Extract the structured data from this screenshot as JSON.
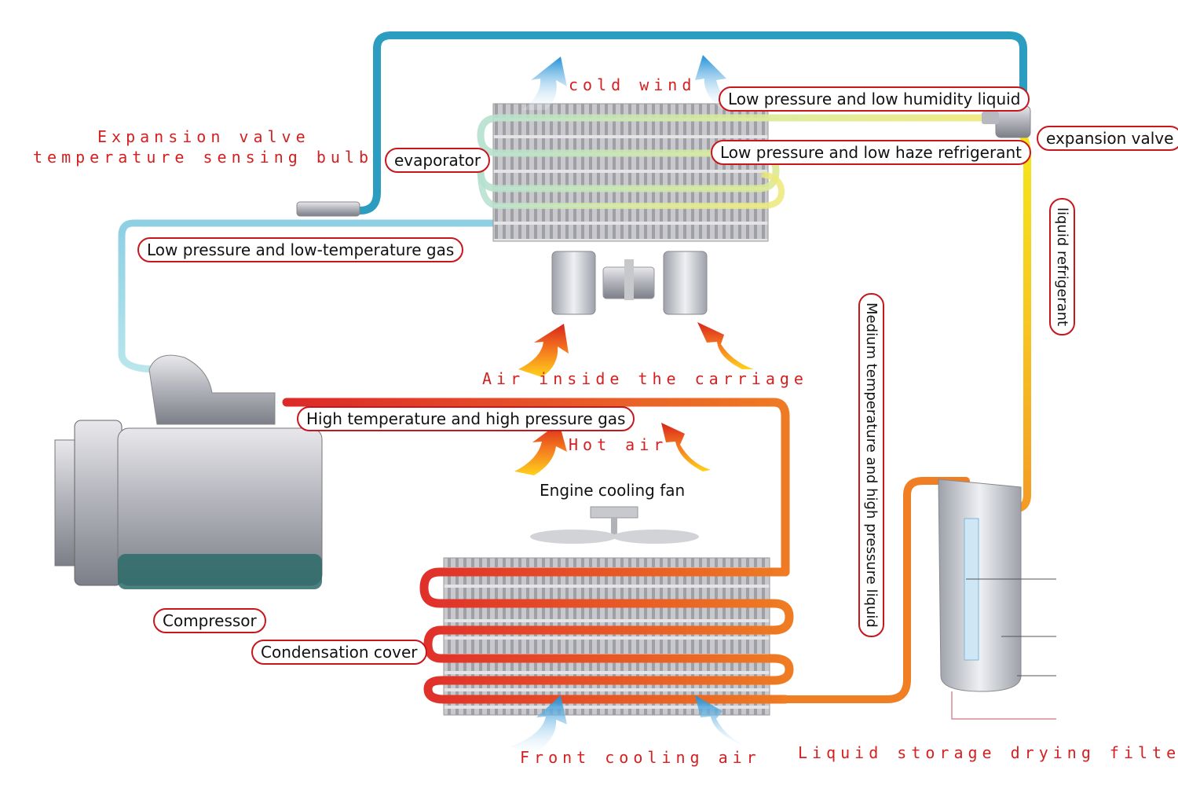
{
  "labels": {
    "cold_wind": "cold wind",
    "expansion_valve_bulb_line1": "Expansion valve",
    "expansion_valve_bulb_line2": "temperature sensing bulb",
    "evaporator": "evaporator",
    "low_pressure_humidity": "Low pressure and low humidity liquid",
    "low_pressure_haze": "Low pressure and low haze refrigerant",
    "expansion_valve": "expansion valve",
    "low_pressure_gas": "Low pressure and low-temperature gas",
    "liquid_refrigerant": "liquid refrigerant",
    "medium_temp_liquid": "Medium temperature and high pressure liquid",
    "air_inside_carriage": "Air inside the carriage",
    "high_temp_gas": "High temperature and high pressure gas",
    "hot_air": "Hot air",
    "engine_cooling_fan": "Engine cooling fan",
    "compressor": "Compressor",
    "condensation_cover": "Condensation cover",
    "front_cooling_air": "Front cooling air",
    "liquid_storage_filter": "Liquid storage drying filter"
  },
  "colors": {
    "label_red": "#d42020",
    "box_border": "#c8161d",
    "pipe_blue": "#2a9dc0",
    "pipe_yellow": "#f2e21c",
    "pipe_orange": "#ee7a22",
    "pipe_red": "#e3322a"
  },
  "icons": [
    "cold-air-arrow-icon",
    "hot-air-arrow-icon",
    "cooling-air-arrow-icon"
  ]
}
